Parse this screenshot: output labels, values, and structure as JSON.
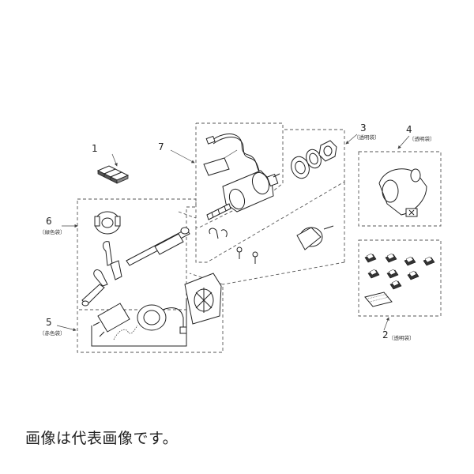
{
  "callouts": [
    {
      "id": "1",
      "sub": ""
    },
    {
      "id": "2",
      "sub": "〔透明袋〕"
    },
    {
      "id": "3",
      "sub": "〔透明袋〕"
    },
    {
      "id": "4",
      "sub": "〔透明袋〕"
    },
    {
      "id": "5",
      "sub": "〔赤色袋〕"
    },
    {
      "id": "6",
      "sub": "〔緑色袋〕"
    },
    {
      "id": "7",
      "sub": ""
    }
  ],
  "caption": "画像は代表画像です。"
}
